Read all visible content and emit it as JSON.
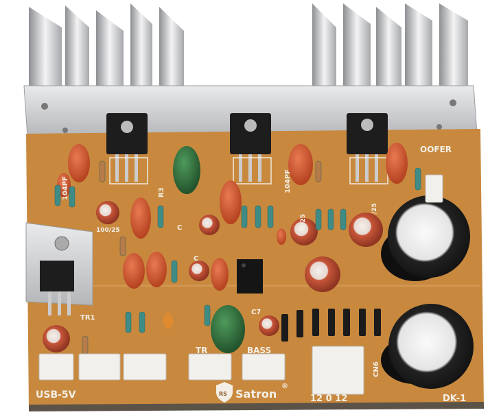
{
  "board": {
    "brand": "Satron",
    "brand_badge": "RS",
    "registered": "®",
    "model": "DK-1",
    "labels": {
      "usb": "USB-5V",
      "woofer": "OOFER",
      "bass": "BASS",
      "treble": "TR",
      "tr1": "TR1",
      "c7": "C7",
      "r3": "R3",
      "c_left": "C",
      "c_mid": "C",
      "cap_104pf_left": "104PF",
      "cap_104pf_mid": "104PF",
      "cap_100_25": "100/25",
      "cap_0_25": "0/25",
      "cap_25": "/25",
      "cn6": "CN6",
      "power_input": "12 0 12"
    }
  },
  "colors": {
    "pcb": "#c8893f",
    "heatsink": "#d9dadc",
    "capacitor_ceramic": "#d2502a",
    "capacitor_green": "#2f6b3a",
    "electrolytic": "#1c1c1c"
  }
}
